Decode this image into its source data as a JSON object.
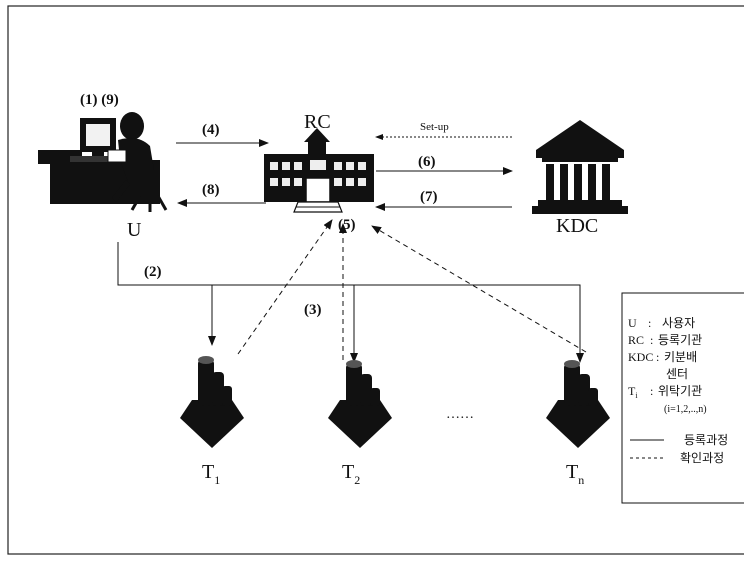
{
  "actors": {
    "user": {
      "label": "U",
      "step_label": "(1) (9)"
    },
    "rc": {
      "label": "RC"
    },
    "kdc": {
      "label": "KDC"
    },
    "trustees": [
      {
        "label": "T",
        "sub": "1"
      },
      {
        "label": "T",
        "sub": "2"
      },
      {
        "label": "T",
        "sub": "n"
      }
    ],
    "ellipsis": "……"
  },
  "arrows": {
    "setup": "Set-up",
    "s2": "(2)",
    "s3": "(3)",
    "s4": "(4)",
    "s5": "(5)",
    "s6": "(6)",
    "s7": "(7)",
    "s8": "(8)"
  },
  "legend": {
    "rows": [
      {
        "key": "U",
        "sep": ":",
        "desc": "사용자"
      },
      {
        "key": "RC",
        "sep": ":",
        "desc": "등록기관"
      },
      {
        "key": "KDC",
        "sep": ":",
        "desc": "키분배"
      },
      {
        "key": "",
        "sep": "",
        "desc": "센터"
      },
      {
        "key": "T",
        "sub": "i",
        "sep": ":",
        "desc": "위탁기관"
      }
    ],
    "index_note": "(i=1,2,..,n)",
    "solid_label": "등록과정",
    "dashed_label": "확인과정"
  }
}
